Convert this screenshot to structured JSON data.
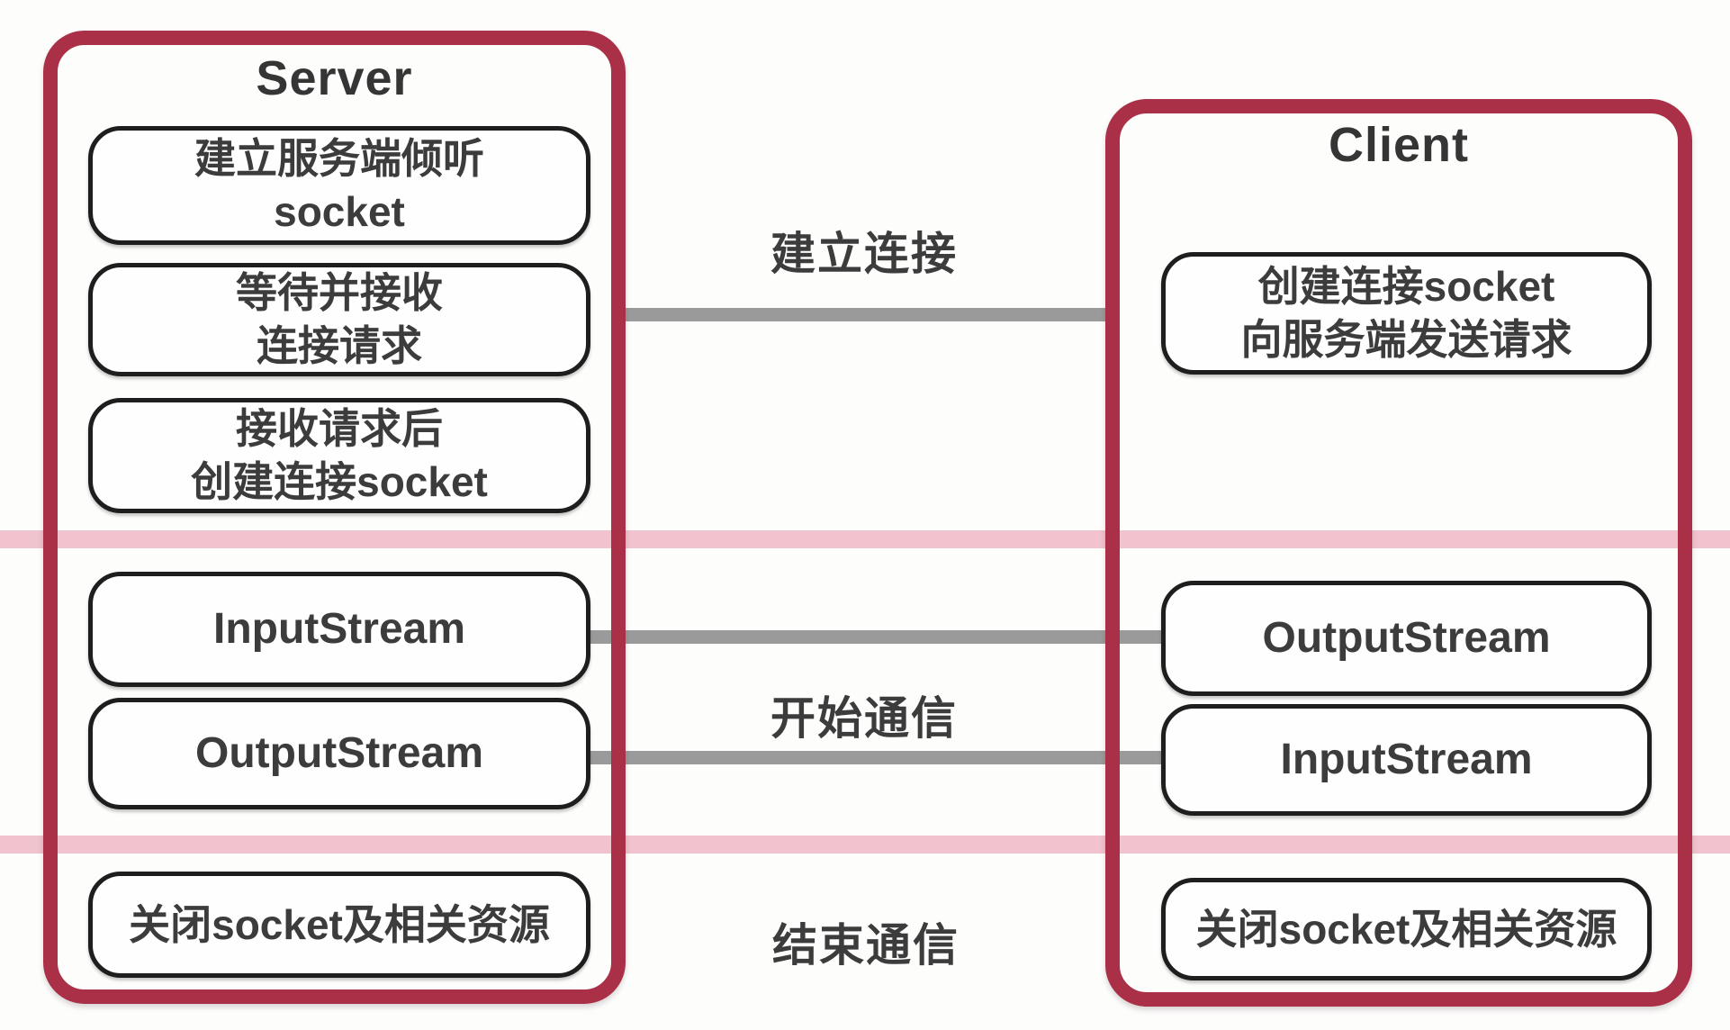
{
  "server": {
    "title": "Server",
    "steps": [
      {
        "line1": "建立服务端倾听",
        "line2": "socket"
      },
      {
        "line1": "等待并接收",
        "line2": "连接请求"
      },
      {
        "line1": "接收请求后",
        "line2": "创建连接socket"
      },
      {
        "line1": "InputStream",
        "line2": ""
      },
      {
        "line1": "OutputStream",
        "line2": ""
      },
      {
        "line1": "关闭socket及相关资源",
        "line2": ""
      }
    ]
  },
  "client": {
    "title": "Client",
    "steps": [
      {
        "line1": "创建连接socket",
        "line2": "向服务端发送请求"
      },
      {
        "line1": "OutputStream",
        "line2": ""
      },
      {
        "line1": "InputStream",
        "line2": ""
      },
      {
        "line1": "关闭socket及相关资源",
        "line2": ""
      }
    ]
  },
  "phases": {
    "establish": "建立连接",
    "communicate": "开始通信",
    "terminate": "结束通信"
  },
  "colors": {
    "frame_border": "#aa3048",
    "phase_divider": "#f0c3ce",
    "connector_line": "#9a9a9a",
    "step_border": "#1e1e1e",
    "text": "#3c3c3c"
  }
}
